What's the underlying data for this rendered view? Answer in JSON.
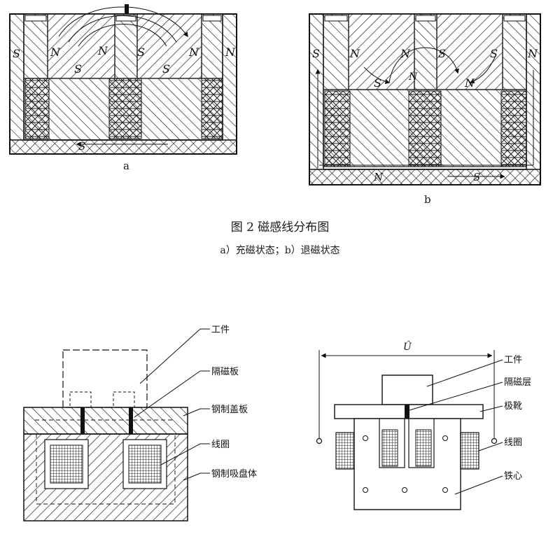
{
  "figure_top": {
    "panel_a": {
      "sublabel": "a",
      "poles": [
        "S",
        "N",
        "N",
        "S",
        "S",
        "N",
        "N",
        "S",
        "S"
      ]
    },
    "panel_b": {
      "sublabel": "b",
      "poles": [
        "S",
        "N",
        "N",
        "S",
        "S",
        "N",
        "N",
        "S",
        "N",
        "N",
        "S"
      ]
    },
    "caption_title": "图 2   磁感线分布图",
    "caption_sub": "a）充磁状态；b）退磁状态"
  },
  "figure_bottom": {
    "left": {
      "labels": [
        "工件",
        "隔磁板",
        "钢制盖板",
        "线圈",
        "钢制吸盘体"
      ]
    },
    "right": {
      "dimension_label": "Û",
      "labels": [
        "工件",
        "隔磁层",
        "极靴",
        "线圈",
        "铁心"
      ]
    }
  }
}
